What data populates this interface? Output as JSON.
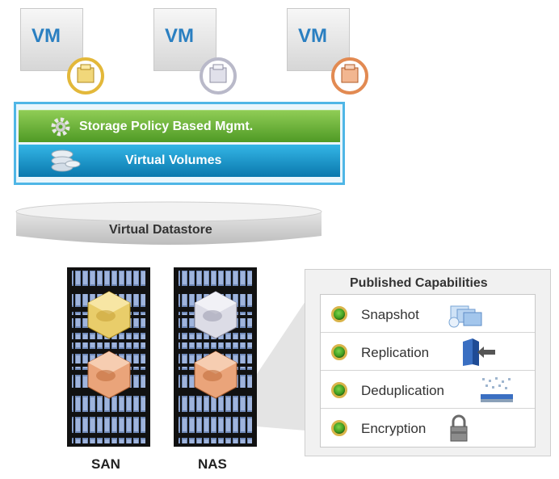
{
  "vms": [
    {
      "label": "VM",
      "badge_color": "#e3b83a"
    },
    {
      "label": "VM",
      "badge_color": "#b9b9c9"
    },
    {
      "label": "VM",
      "badge_color": "#e28a52"
    }
  ],
  "policy": {
    "label": "Storage Policy Based Mgmt."
  },
  "vvols": {
    "label": "Virtual Volumes"
  },
  "datastore": {
    "label": "Virtual Datastore"
  },
  "arrays": [
    {
      "label": "SAN"
    },
    {
      "label": "NAS"
    }
  ],
  "capabilities": {
    "title": "Published Capabilities",
    "items": [
      {
        "label": "Snapshot",
        "icon": "snapshot-icon"
      },
      {
        "label": "Replication",
        "icon": "replication-icon"
      },
      {
        "label": "Deduplication",
        "icon": "deduplication-icon"
      },
      {
        "label": "Encryption",
        "icon": "lock-icon"
      }
    ]
  },
  "colors": {
    "accent_blue": "#2a7fc1",
    "policy_green": "#5aa82e",
    "vvol_blue": "#1596d0"
  }
}
